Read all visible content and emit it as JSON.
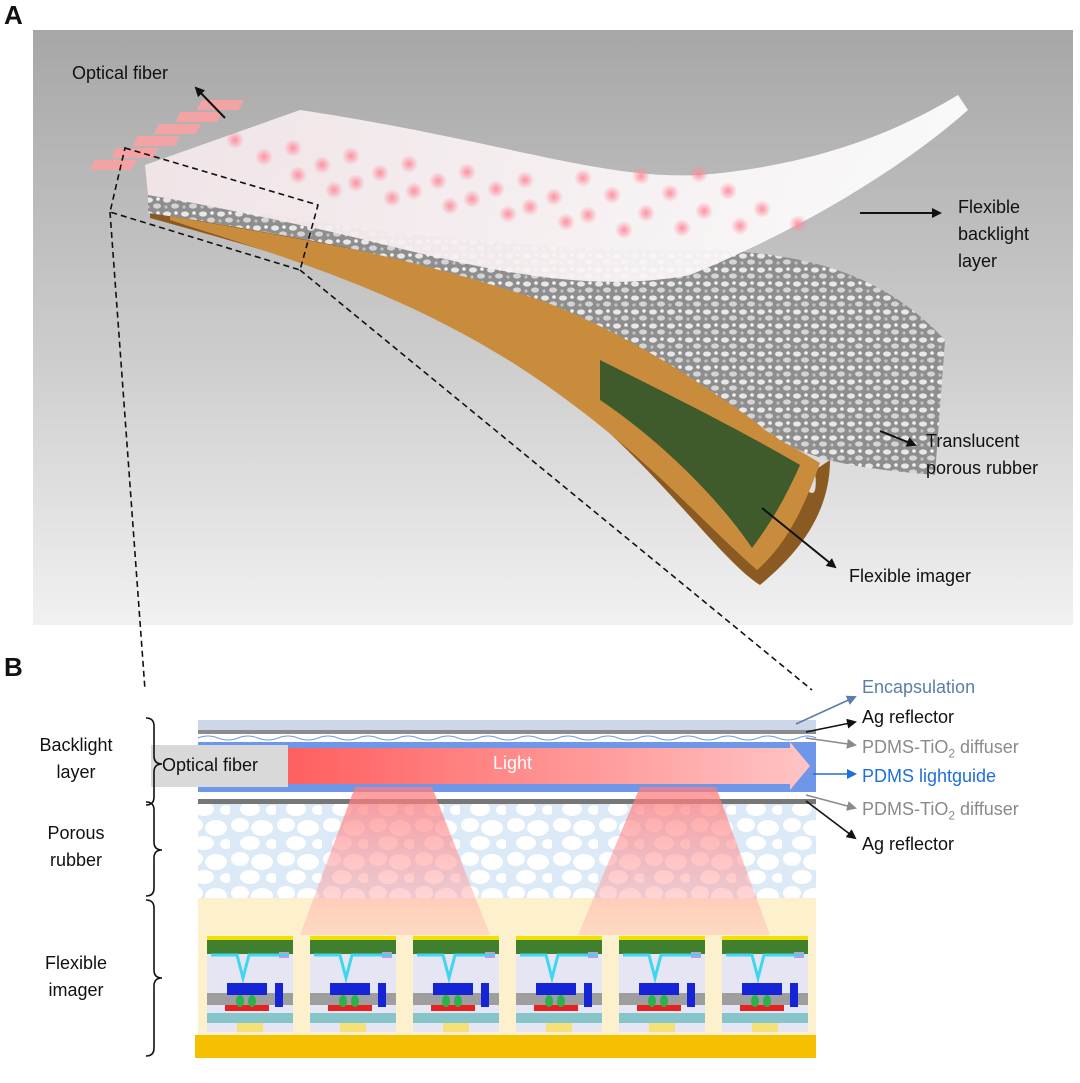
{
  "panels": {
    "a": "A",
    "b": "B"
  },
  "panel_a": {
    "optical_fiber": "Optical fiber",
    "backlight": [
      "Flexible",
      "backlight",
      "layer"
    ],
    "rubber": [
      "Translucent",
      "porous rubber"
    ],
    "imager": "Flexible imager"
  },
  "panel_b": {
    "left": {
      "backlight": [
        "Backlight",
        "layer"
      ],
      "rubber": [
        "Porous",
        "rubber"
      ],
      "imager": [
        "Flexible",
        "imager"
      ]
    },
    "fiber_box": "Optical fiber",
    "light": "Light",
    "right": {
      "encapsulation": "Encapsulation",
      "ag_top": "Ag reflector",
      "diffuser_top_a": "PDMS-TiO",
      "diffuser_top_sub": "2",
      "diffuser_top_b": " diffuser",
      "lightguide": "PDMS lightguide",
      "diffuser_bot_a": "PDMS-TiO",
      "diffuser_bot_sub": "2",
      "diffuser_bot_b": " diffuser",
      "ag_bot": "Ag reflector"
    }
  },
  "colors": {
    "encapsulation": "#5b7ea8",
    "lightguide_text": "#1e6fd9",
    "diffuser_text": "#8a8a8a",
    "lightguide_fill": "#6e97ea",
    "substrate": "#f5c000",
    "imager_bg": "#fdf0cc",
    "rubber_bg": "#dce9f6"
  }
}
